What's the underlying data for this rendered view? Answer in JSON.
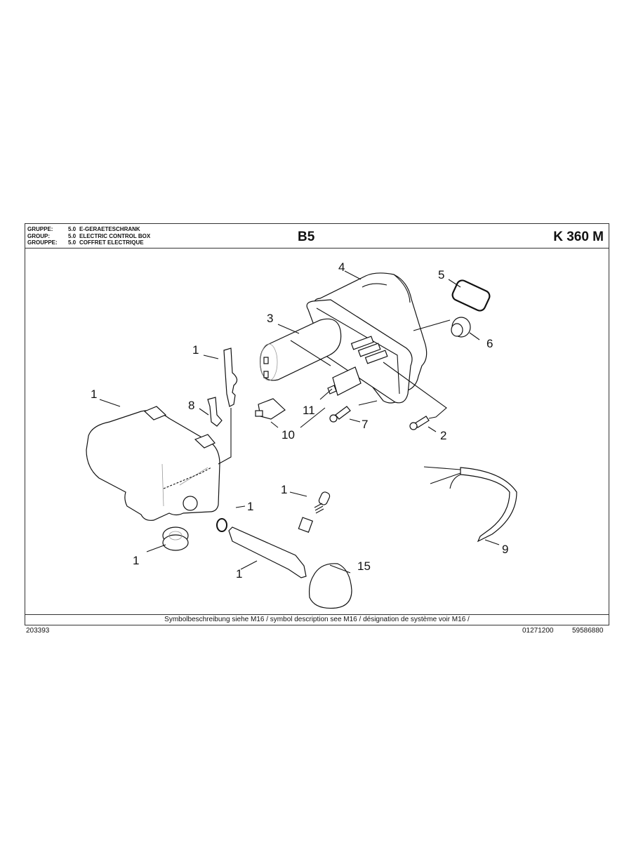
{
  "header": {
    "group_rows": [
      {
        "label": "GRUPPE:",
        "number": "5.0",
        "name": "E-GERAETESCHRANK"
      },
      {
        "label": "GROUP:",
        "number": "5.0",
        "name": "ELECTRIC CONTROL BOX"
      },
      {
        "label": "GROUPPE:",
        "number": "5.0",
        "name": "COFFRET ELECTRIQUE"
      }
    ],
    "sheet_code": "B5",
    "model": "K 360 M"
  },
  "drawing": {
    "callouts": [
      {
        "id": "c4",
        "text": "4"
      },
      {
        "id": "c5",
        "text": "5"
      },
      {
        "id": "c3",
        "text": "3"
      },
      {
        "id": "c6",
        "text": "6"
      },
      {
        "id": "c1a",
        "text": "1"
      },
      {
        "id": "c1b",
        "text": "1"
      },
      {
        "id": "c8",
        "text": "8"
      },
      {
        "id": "c11",
        "text": "11"
      },
      {
        "id": "c7",
        "text": "7"
      },
      {
        "id": "c2",
        "text": "2"
      },
      {
        "id": "c10",
        "text": "10"
      },
      {
        "id": "c1c",
        "text": "1"
      },
      {
        "id": "c1d",
        "text": "1"
      },
      {
        "id": "c9",
        "text": "9"
      },
      {
        "id": "c1e",
        "text": "1"
      },
      {
        "id": "c1f",
        "text": "1"
      },
      {
        "id": "c15",
        "text": "15"
      }
    ]
  },
  "footer": {
    "symbol_note": "Symbolbeschreibung siehe M16 / symbol description see M16 / désignation de système voir M16 /"
  },
  "bottom": {
    "doc_number": "203393",
    "date_code": "01271200",
    "part_number": "59586880"
  }
}
